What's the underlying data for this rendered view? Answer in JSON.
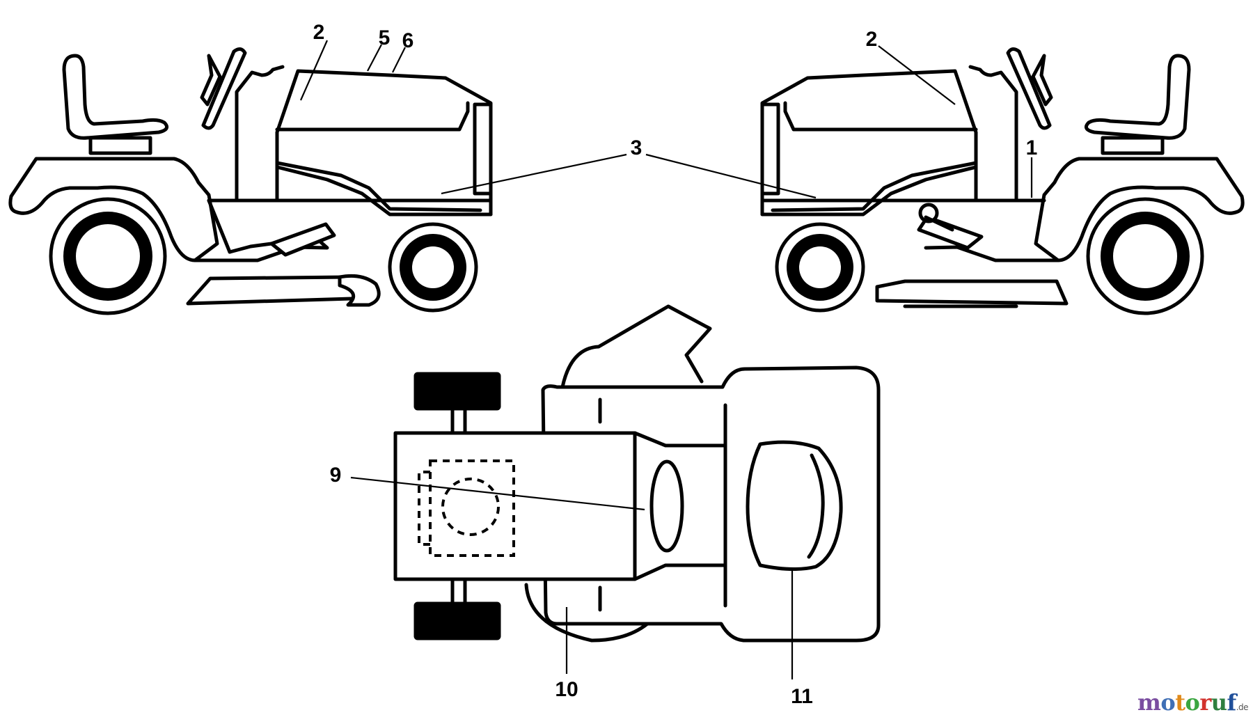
{
  "diagram": {
    "callouts": {
      "left_2": "2",
      "left_5": "5",
      "left_6": "6",
      "right_2": "2",
      "right_1": "1",
      "center_3": "3",
      "top_9": "9",
      "top_10": "10",
      "top_11": "11"
    }
  },
  "watermark": {
    "letters": [
      {
        "ch": "m",
        "color": "#7a4da0"
      },
      {
        "ch": "o",
        "color": "#3f6fb5"
      },
      {
        "ch": "t",
        "color": "#e08a1a"
      },
      {
        "ch": "o",
        "color": "#3aa640"
      },
      {
        "ch": "r",
        "color": "#d2322d"
      },
      {
        "ch": "u",
        "color": "#2f7f3f"
      },
      {
        "ch": "f",
        "color": "#1f4f9a"
      }
    ],
    "suffix": ".de"
  }
}
